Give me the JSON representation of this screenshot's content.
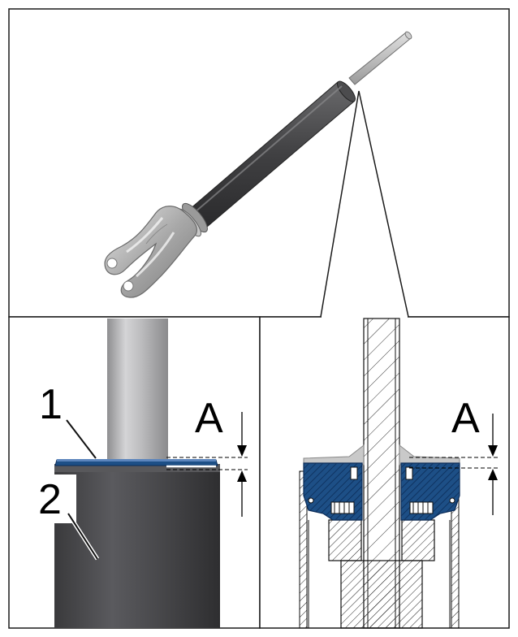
{
  "labels": {
    "part_1": "1",
    "part_2": "2",
    "dimension_left": "A",
    "dimension_right": "A"
  },
  "colors": {
    "seal_blue": "#1d4f86",
    "seal_blue_dark": "#0f2f5a",
    "tube_dark": "#4a4a4d",
    "rod_light": "#b8b8b8",
    "frame": "#1a1a1a"
  },
  "panels": [
    "overview-fork-leg",
    "detail-photo",
    "cross-section"
  ]
}
